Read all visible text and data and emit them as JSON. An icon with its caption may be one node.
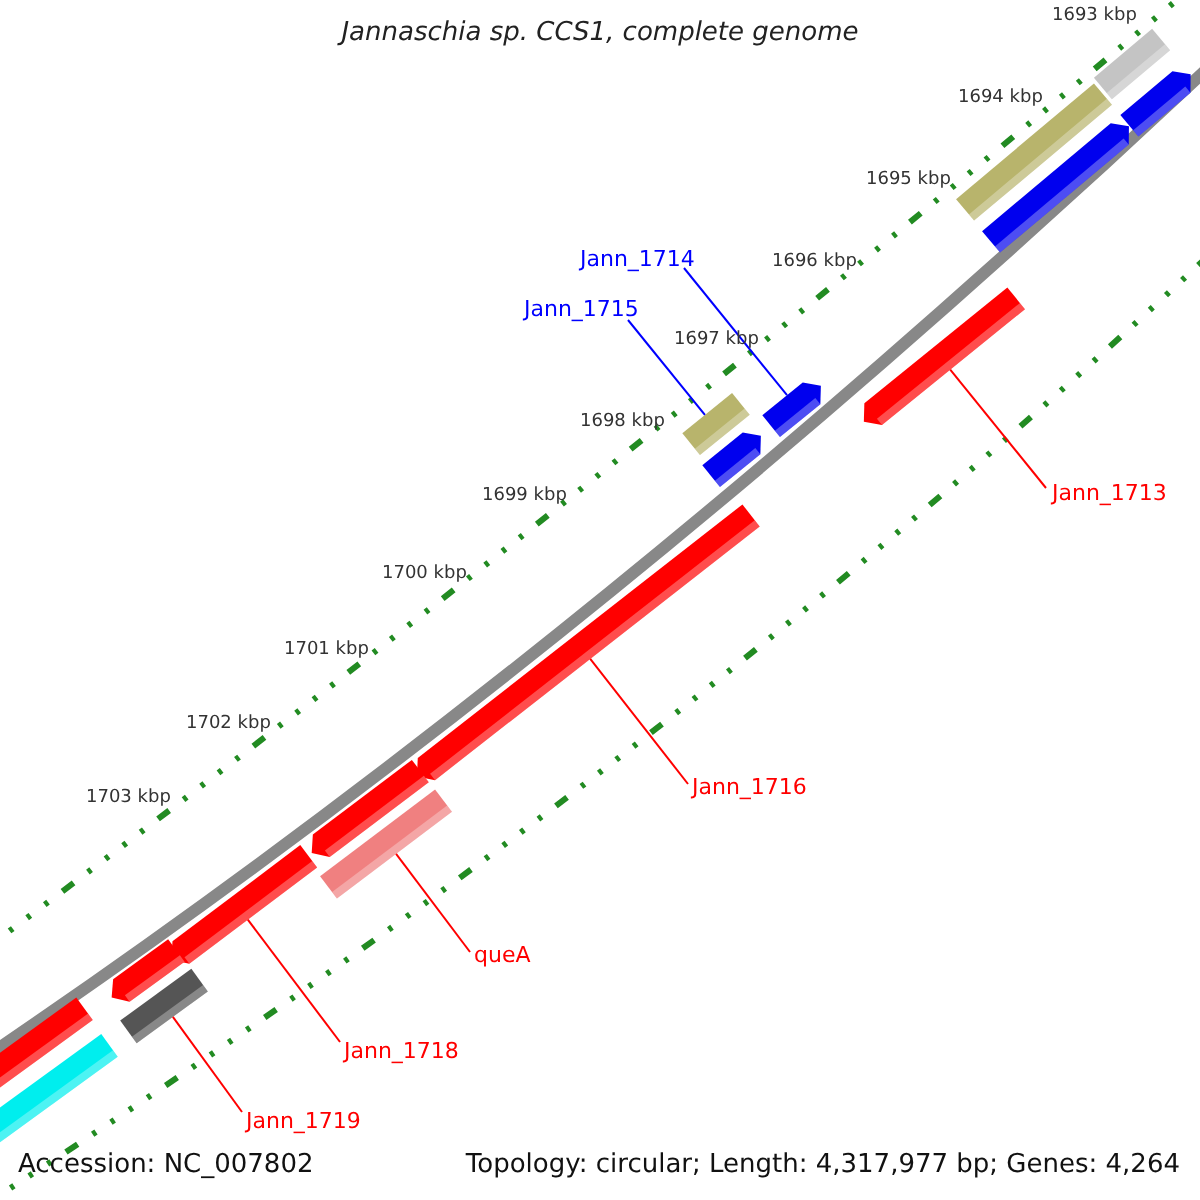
{
  "diagram": {
    "title": "Jannaschia sp. CCS1, complete genome",
    "nodes": [
      {
        "text": [
          "Jann_1714"
        ]
      },
      {
        "text": [
          "Jann_1715"
        ]
      },
      {
        "text": [
          "Jann_1713"
        ]
      },
      {
        "text": [
          "Jann_1716"
        ]
      },
      {
        "text": [
          "queA"
        ]
      },
      {
        "text": [
          "Jann_1718"
        ]
      },
      {
        "text": [
          "Jann_1719"
        ]
      },
      {
        "text": [],
        "shape": "bar"
      },
      {
        "text": [],
        "shape": "pentagon"
      },
      {
        "text": [],
        "shape": "bar"
      },
      {
        "text": [],
        "shape": "pentagon"
      },
      {
        "text": [],
        "shape": "pentagon"
      },
      {
        "text": [],
        "shape": "pentagon"
      },
      {
        "text": [],
        "shape": "bar"
      },
      {
        "text": [],
        "shape": "pentagon"
      },
      {
        "text": [],
        "shape": "pentagon"
      },
      {
        "text": [],
        "shape": "pentagon"
      },
      {
        "text": [],
        "shape": "bar"
      },
      {
        "text": [],
        "shape": "pentagon"
      },
      {
        "text": [],
        "shape": "pentagon"
      },
      {
        "text": [],
        "shape": "bar"
      },
      {
        "text": [],
        "shape": "bar"
      },
      {
        "text": [],
        "shape": "bar"
      }
    ],
    "edges": [
      {
        "from": 0,
        "to": 12,
        "arrow": "none",
        "color": "#0000ff"
      },
      {
        "from": 1,
        "to": 13,
        "arrow": "none",
        "color": "#0000ff"
      },
      {
        "from": 2,
        "to": 11,
        "arrow": "none"
      },
      {
        "from": 3,
        "to": 15,
        "arrow": "none"
      },
      {
        "from": 4,
        "to": 17,
        "arrow": "none"
      },
      {
        "from": 5,
        "to": 18,
        "arrow": "none"
      },
      {
        "from": 6,
        "to": 20,
        "arrow": "none"
      }
    ],
    "labels": [
      "1693 kbp",
      "1694 kbp",
      "1695 kbp",
      "1696 kbp",
      "1697 kbp",
      "1698 kbp",
      "1699 kbp",
      "1700 kbp",
      "1701 kbp",
      "1702 kbp",
      "1703 kbp",
      "Accession: NC_007802",
      "Topology: circular; Length: 4,317,977 bp; Genes: 4,264"
    ]
  }
}
